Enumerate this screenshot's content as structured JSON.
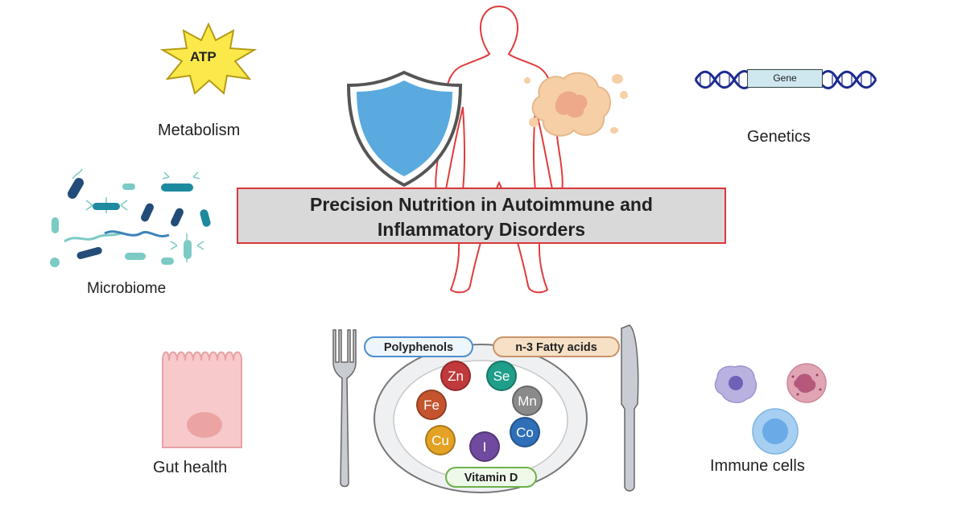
{
  "title": {
    "line1": "Precision Nutrition in Autoimmune and",
    "line2": "Inflammatory Disorders"
  },
  "factors": {
    "metabolism": "Metabolism",
    "atp": "ATP",
    "genetics": "Genetics",
    "gene": "Gene",
    "microbiome": "Microbiome",
    "gut_health": "Gut health",
    "immune_cells": "Immune cells"
  },
  "plate": {
    "polyphenols": "Polyphenols",
    "fatty_acids": "n-3 Fatty acids",
    "vitamin_d": "Vitamin D",
    "minerals": [
      {
        "symbol": "Zn",
        "color": "#c0393b"
      },
      {
        "symbol": "Se",
        "color": "#1f9e8a"
      },
      {
        "symbol": "Fe",
        "color": "#c4542e"
      },
      {
        "symbol": "Mn",
        "color": "#8a8a8a"
      },
      {
        "symbol": "Co",
        "color": "#2f6fb8"
      },
      {
        "symbol": "Cu",
        "color": "#e3a224"
      },
      {
        "symbol": "I",
        "color": "#6f4a9e"
      }
    ]
  },
  "colors": {
    "body_outline": "#e03c3c",
    "shield": "#5aaae0",
    "dna": "#1d2b8f",
    "title_border": "#d9383a"
  }
}
